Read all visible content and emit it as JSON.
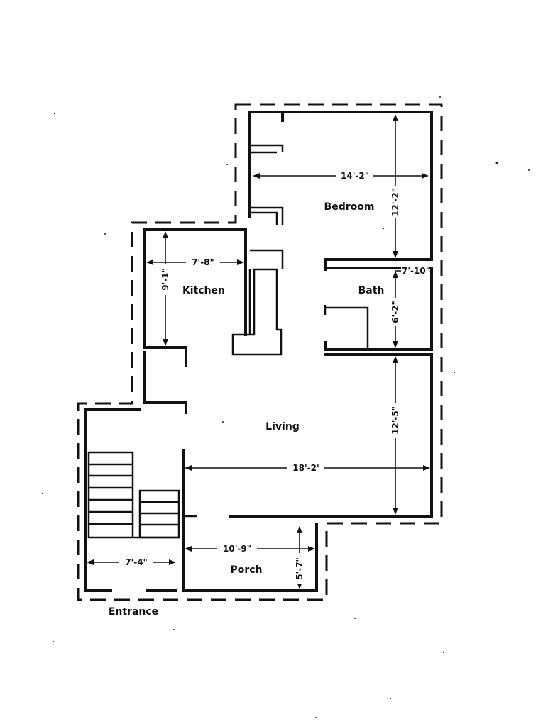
{
  "rooms": {
    "bedroom": "Bedroom",
    "kitchen": "Kitchen",
    "bath": "Bath",
    "living": "Living",
    "porch": "Porch",
    "entrance": "Entrance"
  },
  "dimensions": {
    "bedroom_width": "14'-2\"",
    "bedroom_depth": "12'-2\"",
    "kitchen_width": "7'-8\"",
    "kitchen_depth": "9'-1\"",
    "bath_width": "7'-10\"",
    "bath_depth": "6'-2\"",
    "living_width": "18'-2'",
    "living_depth": "12'-5\"",
    "porch_width": "10'-9\"",
    "porch_depth": "5'-7\"",
    "entrance_width": "7'-4\""
  }
}
